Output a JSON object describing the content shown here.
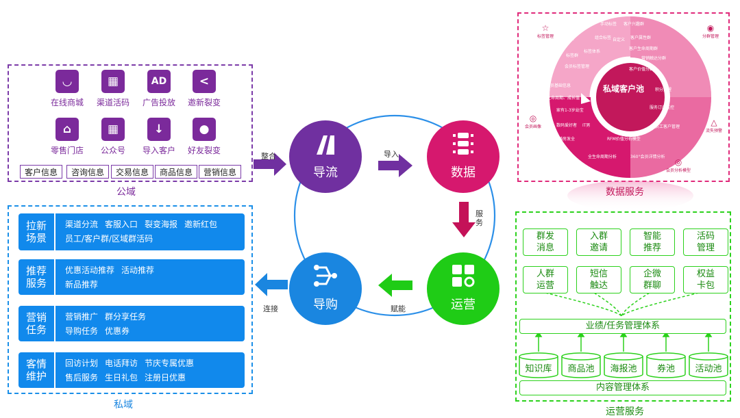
{
  "public_domain": {
    "caption": "公域",
    "items": [
      {
        "label": "在线商城",
        "icon": "shopping-bag-icon",
        "glyph": "◡"
      },
      {
        "label": "渠道活码",
        "icon": "qr-code-icon",
        "glyph": "▦"
      },
      {
        "label": "广告投放",
        "icon": "ad-icon",
        "glyph": "AD"
      },
      {
        "label": "邀新裂变",
        "icon": "share-icon",
        "glyph": "<"
      },
      {
        "label": "零售门店",
        "icon": "store-icon",
        "glyph": "⌂"
      },
      {
        "label": "公众号",
        "icon": "qr-code-icon",
        "glyph": "▦"
      },
      {
        "label": "导入客户",
        "icon": "import-icon",
        "glyph": "↓"
      },
      {
        "label": "好友裂变",
        "icon": "user-icon",
        "glyph": "●"
      }
    ],
    "tags": [
      "客户信息",
      "咨询信息",
      "交易信息",
      "商品信息",
      "营销信息"
    ]
  },
  "private_domain": {
    "caption": "私域",
    "rows": [
      {
        "title": "拉新场景",
        "lines": [
          [
            "渠道分流",
            "客服入口",
            "裂变海报",
            "邀新红包"
          ],
          [
            "员工/客户群/区域群活码"
          ]
        ]
      },
      {
        "title": "推荐服务",
        "lines": [
          [
            "优惠活动推荐",
            "活动推荐"
          ],
          [
            "新品推荐"
          ]
        ]
      },
      {
        "title": "营销任务",
        "lines": [
          [
            "营销推广",
            "群分享任务"
          ],
          [
            "导购任务",
            "优惠券"
          ]
        ]
      },
      {
        "title": "客情维护",
        "lines": [
          [
            "回访计划",
            "电话拜访",
            "节庆专属优惠"
          ],
          [
            "售后服务",
            "生日礼包",
            "注册日优惠"
          ]
        ]
      }
    ]
  },
  "cycle": {
    "nodes": [
      {
        "label": "导流",
        "color": "#7030a0"
      },
      {
        "label": "数据",
        "color": "#d6186e"
      },
      {
        "label": "运营",
        "color": "#1fcc16"
      },
      {
        "label": "导购",
        "color": "#1a86e0"
      }
    ],
    "arrows": {
      "integrate": "整合",
      "import": "导入",
      "service": "服务",
      "empower": "赋能",
      "connect": "连接"
    }
  },
  "data_service": {
    "caption": "数据服务",
    "center": "私域客户池",
    "side_labels": [
      "标签管理",
      "分群管理",
      "会员画像",
      "流失预警",
      "会员分析模型"
    ],
    "ring_texts": [
      "手动标签",
      "自定义",
      "客户兴趣群",
      "组合标签",
      "客户属性群",
      "标签体系",
      "客户生命周期群",
      "标签群",
      "自定义",
      "会员标签管理",
      "营销触达分群",
      "客户价值分群",
      "会员基础信息",
      "生命周期、成长值",
      "积分提醒",
      "家有1-3岁幼宝",
      "服务订阅监控",
      "数码爱好者",
      "IT男",
      "员工客户管理",
      "婚房发全",
      "RFM价值分析模型",
      "全生命周期分析",
      "360°会员详情分析"
    ]
  },
  "ops_service": {
    "caption": "运营服务",
    "cards_row1": [
      "群发消息",
      "入群邀请",
      "智能推荐",
      "活码管理"
    ],
    "cards_row2": [
      "人群运营",
      "短信触达",
      "企微群聊",
      "权益卡包"
    ],
    "mgmt_bar": "业绩/任务管理体系",
    "pools": [
      "知识库",
      "商品池",
      "海报池",
      "券池",
      "活动池"
    ],
    "content_bar": "内容管理体系"
  },
  "colors": {
    "purple": "#7030a0",
    "pink": "#d6186e",
    "green": "#1fcc16",
    "blue": "#1a86e0"
  }
}
